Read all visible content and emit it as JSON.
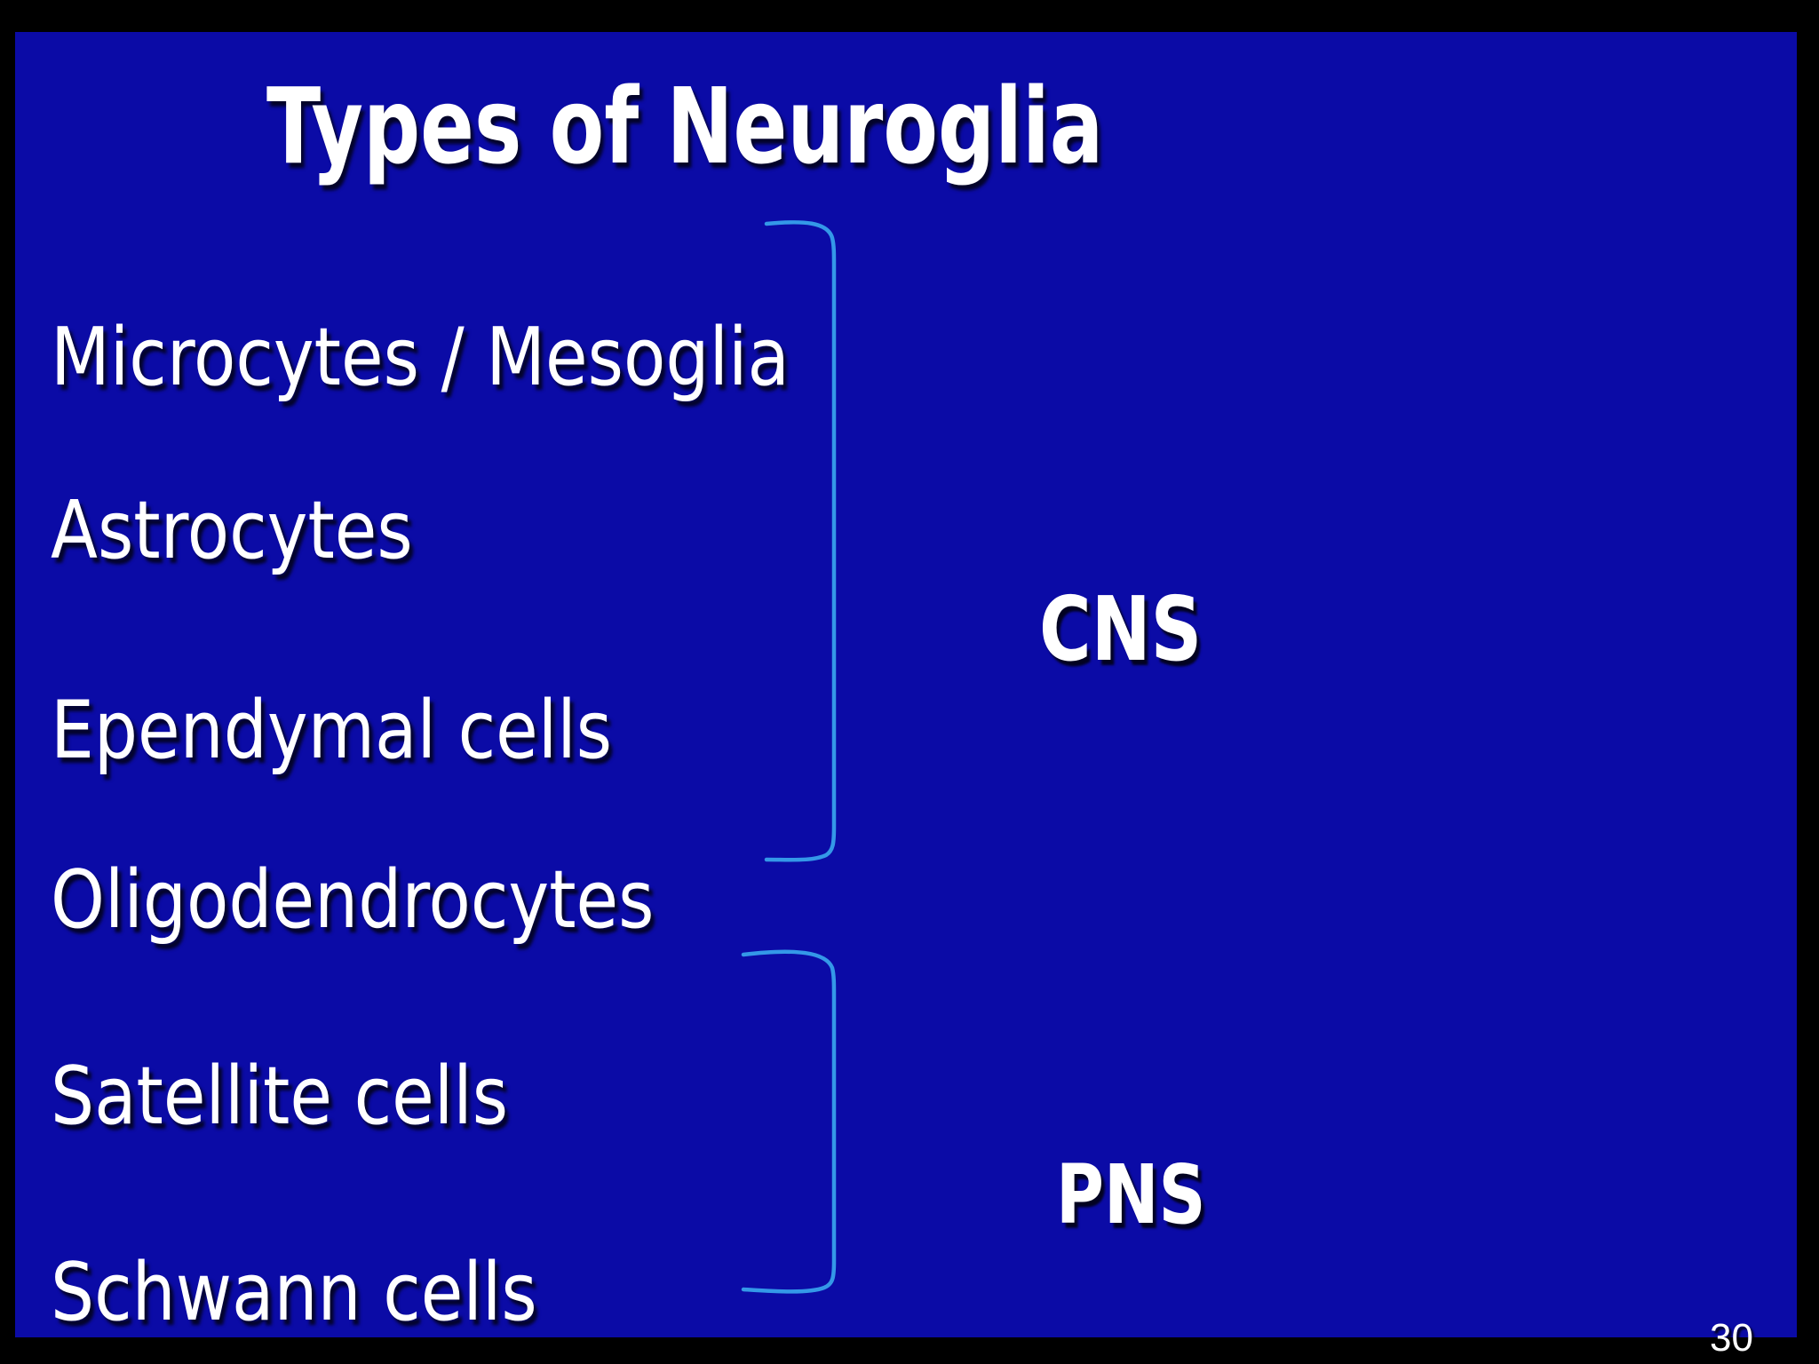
{
  "slide": {
    "title": "Types of Neuroglia",
    "items": [
      "Microcytes / Mesoglia",
      "Astrocytes",
      "Ependymal cells",
      "Oligodendrocytes",
      "Satellite cells",
      "Schwann cells"
    ],
    "groups": {
      "cns": "CNS",
      "pns": "PNS"
    },
    "page_number": "30"
  },
  "colors": {
    "slide_background": "#0b0ba6",
    "frame": "#000000",
    "bracket": "#3498e8",
    "text": "#ffffff"
  }
}
